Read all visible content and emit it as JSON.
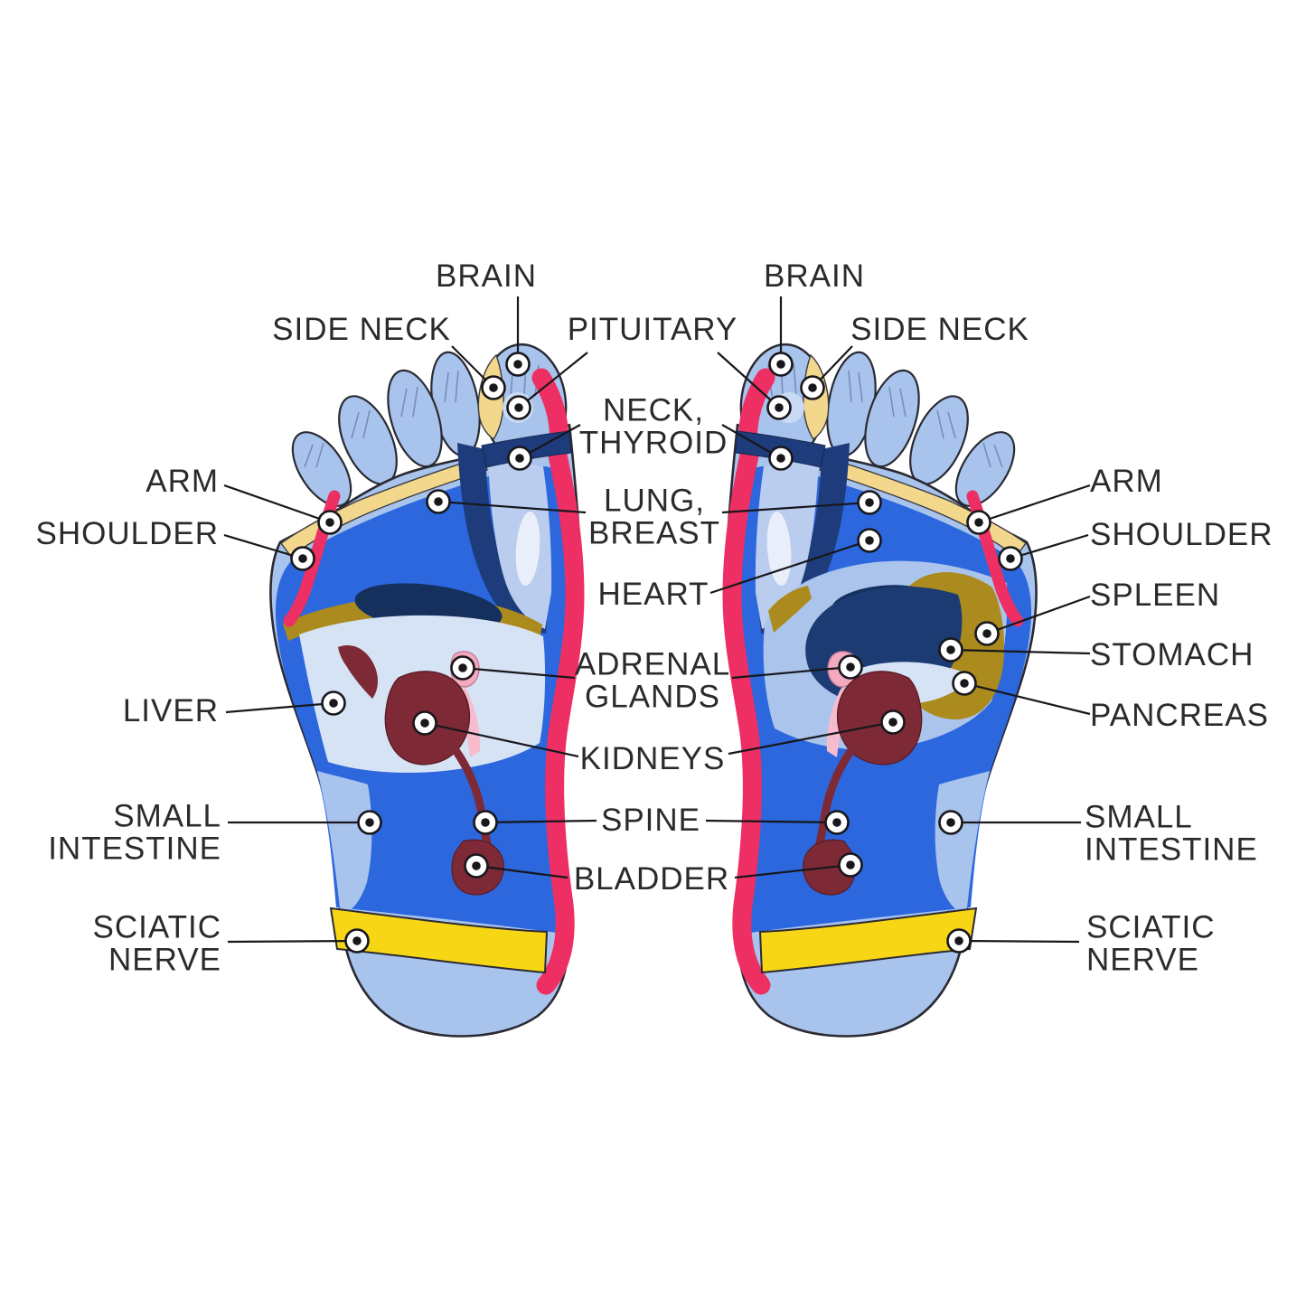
{
  "diagram": {
    "kind": "foot-reflexology-chart",
    "labels": {
      "brain_left": "BRAIN",
      "brain_right": "BRAIN",
      "side_neck_left": "SIDE NECK",
      "side_neck_right": "SIDE NECK",
      "pituitary": "PITUITARY",
      "neck_thyroid": {
        "line1": "NECK,",
        "line2": "THYROID"
      },
      "lung_breast": {
        "line1": "LUNG,",
        "line2": "BREAST"
      },
      "heart": "HEART",
      "adrenal_glands": {
        "line1": "ADRENAL",
        "line2": "GLANDS"
      },
      "kidneys": "KIDNEYS",
      "spine": "SPINE",
      "bladder": "BLADDER",
      "arm_left": "ARM",
      "arm_right": "ARM",
      "shoulder_left": "SHOULDER",
      "shoulder_right": "SHOULDER",
      "liver": "LIVER",
      "spleen": "SPLEEN",
      "stomach": "STOMACH",
      "pancreas": "PANCREAS",
      "small_intestine_left": {
        "line1": "SMALL",
        "line2": "INTESTINE"
      },
      "small_intestine_right": {
        "line1": "SMALL",
        "line2": "INTESTINE"
      },
      "sciatic_nerve_left": {
        "line1": "SCIATIC",
        "line2": "NERVE"
      },
      "sciatic_nerve_right": {
        "line1": "SCIATIC",
        "line2": "NERVE"
      }
    },
    "colors": {
      "background": "#ffffff",
      "skin_light_blue": "#a8c3ec",
      "zone_royal_blue": "#2c67de",
      "zone_navy_band": "#1e3c7c",
      "zone_dark_navy": "#16305e",
      "zone_stomach_navy": "#1c3b73",
      "zone_red_stripe": "#ee2f63",
      "zone_yellow_band": "#f2d78d",
      "zone_sciatic_yellow": "#f7d616",
      "zone_olive_gold": "#ab8a1e",
      "zone_maroon_organ": "#7d2a36",
      "zone_pink_adrenal": "#f3aabf",
      "zone_pale_blue": "#d6e3f5",
      "outline": "#2a2a33",
      "leader_line": "#17171c",
      "label_text": "#2b2b2e"
    }
  }
}
